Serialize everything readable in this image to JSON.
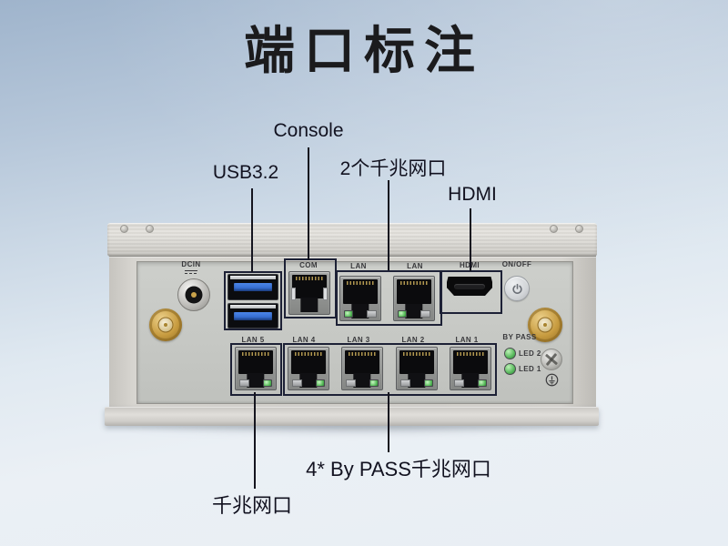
{
  "title": "端口标注",
  "ann": {
    "console": "Console",
    "usb": "USB3.2",
    "two_gige": "2个千兆网口",
    "hdmi": "HDMI",
    "bypass_gige": "4* By PASS千兆网口",
    "gige": "千兆网口"
  },
  "dev": {
    "dcin": "DCIN",
    "com": "COM",
    "lan_top": [
      "LAN",
      "LAN"
    ],
    "hdmi": "HDMI",
    "power": "ON/OFF",
    "bypass": "BY PASS",
    "leds": [
      "LED 2",
      "LED 1"
    ],
    "lan_bottom": [
      "LAN 5",
      "LAN 4",
      "LAN 3",
      "LAN 2",
      "LAN 1"
    ]
  },
  "colors": {
    "annotation": "#15151f",
    "usb_blue": "#2f6bd6",
    "led_green": "#57b85c",
    "antenna_gold": "#c79b3f",
    "chassis_gray": "#d3d1cc"
  }
}
